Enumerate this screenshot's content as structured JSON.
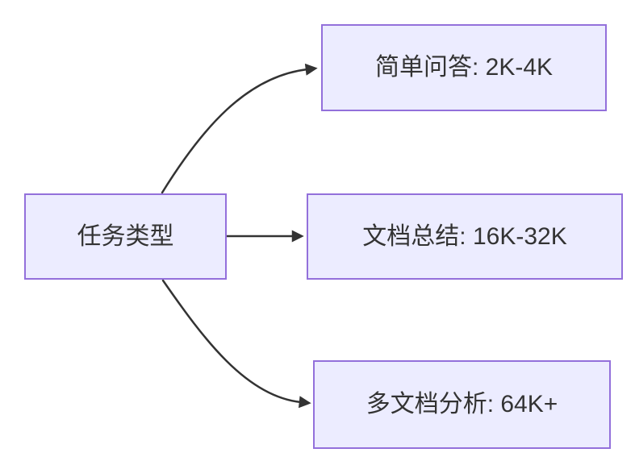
{
  "diagram": {
    "type": "flowchart-left-to-right",
    "root": {
      "id": "task-type",
      "label": "任务类型"
    },
    "branches": [
      {
        "id": "simple-qa",
        "label": "简单问答: 2K-4K"
      },
      {
        "id": "doc-summary",
        "label": "文档总结: 16K-32K"
      },
      {
        "id": "multi-doc",
        "label": "多文档分析: 64K+"
      }
    ],
    "edges": [
      {
        "from": "task-type",
        "to": "simple-qa"
      },
      {
        "from": "task-type",
        "to": "doc-summary"
      },
      {
        "from": "task-type",
        "to": "multi-doc"
      }
    ]
  },
  "colors": {
    "node_fill": "#ECECFF",
    "node_border": "#9370DB",
    "edge": "#333333",
    "text": "#333333",
    "background": "#FFFFFF"
  }
}
